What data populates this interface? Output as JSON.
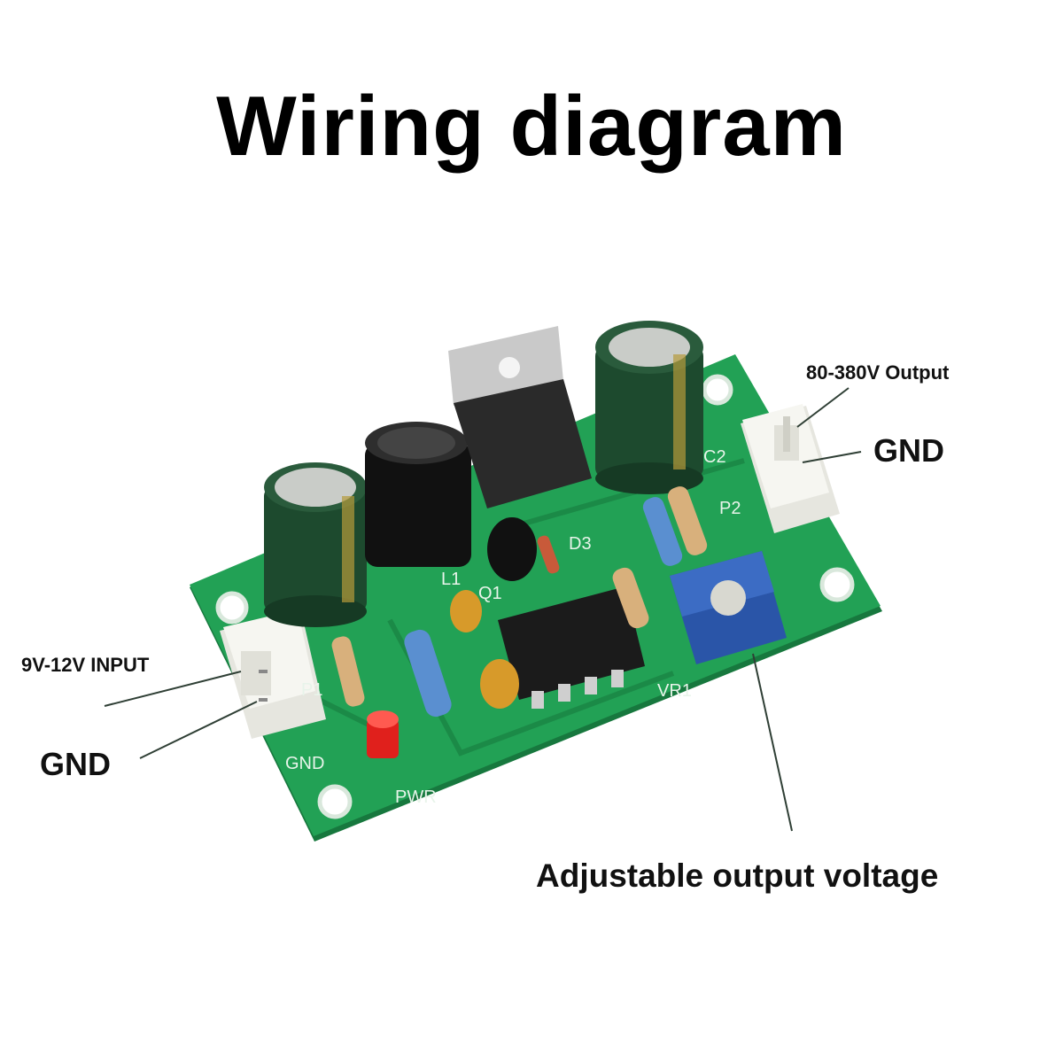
{
  "title": "Wiring diagram",
  "labels": {
    "output": "80-380V Output",
    "output_gnd": "GND",
    "input": "9V-12V INPUT",
    "input_gnd": "GND",
    "adjust": "Adjustable output voltage"
  },
  "silkscreen": {
    "c2": "C2",
    "p2": "P2",
    "p1": "P1",
    "gnd": "GND",
    "pwr": "PWR",
    "vr1": "VR1",
    "l1": "L1",
    "q1": "Q1",
    "d3": "D3"
  },
  "colors": {
    "pcb": "#1f9a50",
    "pcb_dark": "#17783e",
    "connector": "#f2f2ec",
    "led": "#e0201c",
    "trimmer": "#2f5fb8",
    "capacitor": "#1d4a2e"
  }
}
